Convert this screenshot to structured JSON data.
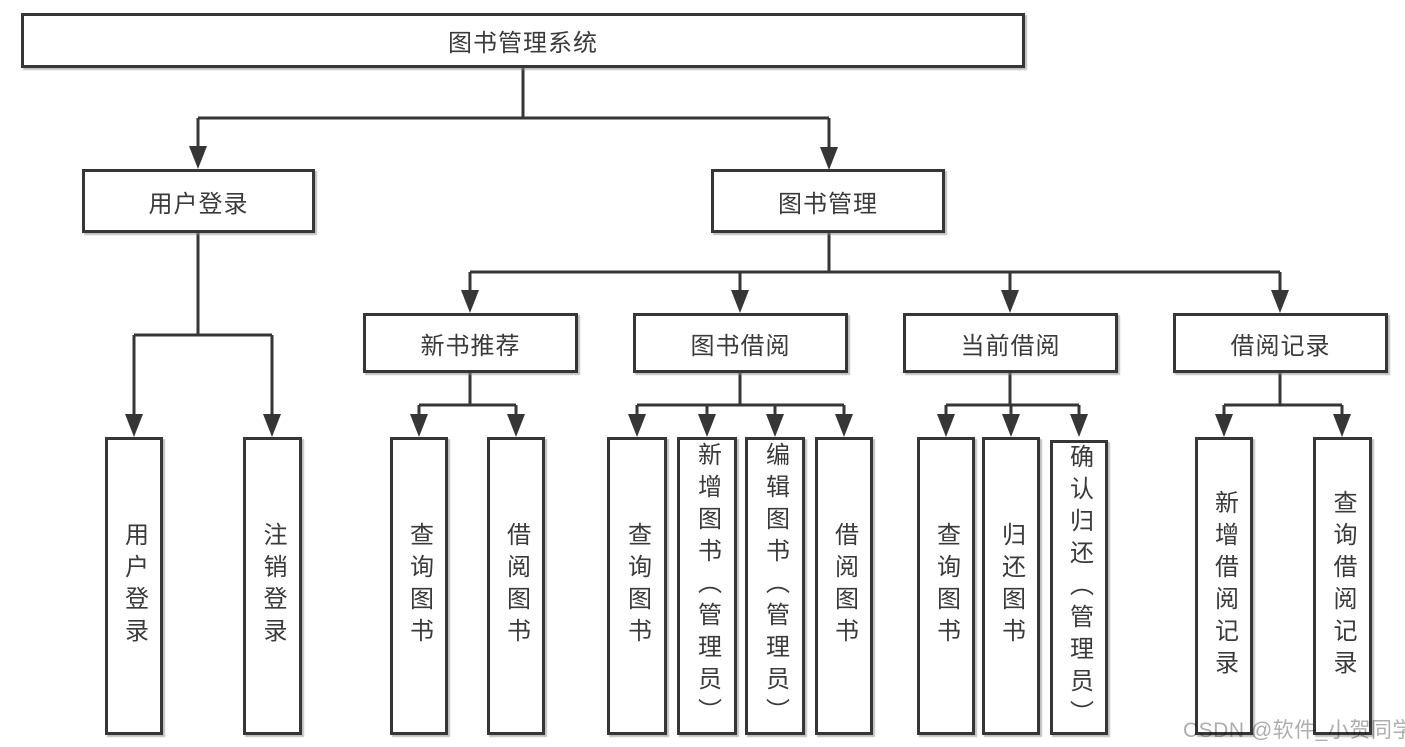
{
  "diagram": {
    "type": "tree",
    "nodes": {
      "root": "图书管理系统",
      "user_login": "用户登录",
      "book_mgmt": "图书管理",
      "new_book_rec": "新书推荐",
      "book_borrow": "图书借阅",
      "current_borrow": "当前借阅",
      "borrow_records": "借阅记录",
      "ul_user_login": "用户登录",
      "ul_logout": "注销登录",
      "nb_query_book": "查询图书",
      "nb_borrow_book": "借阅图书",
      "bb_query_book": "查询图书",
      "bb_add_book": "新增图书（管理员）",
      "bb_edit_book": "编辑图书（管理员）",
      "bb_borrow_book": "借阅图书",
      "cb_query_book": "查询图书",
      "cb_return_book": "归还图书",
      "cb_confirm_return": "确认归还（管理员）",
      "br_add_record": "新增借阅记录",
      "br_query_record": "查询借阅记录"
    },
    "hierarchy": {
      "图书管理系统": {
        "用户登录": [
          "用户登录",
          "注销登录"
        ],
        "图书管理": {
          "新书推荐": [
            "查询图书",
            "借阅图书"
          ],
          "图书借阅": [
            "查询图书",
            "新增图书（管理员）",
            "编辑图书（管理员）",
            "借阅图书"
          ],
          "当前借阅": [
            "查询图书",
            "归还图书",
            "确认归还（管理员）"
          ],
          "借阅记录": [
            "新增借阅记录",
            "查询借阅记录"
          ]
        }
      }
    },
    "colors": {
      "line": "#363636",
      "box_border": "#363636",
      "box_fill": "#ffffff",
      "text": "#3a3a3a",
      "watermark": "#aeaeae"
    }
  },
  "watermark": {
    "text": "CSDN @软件_小贺同学"
  }
}
